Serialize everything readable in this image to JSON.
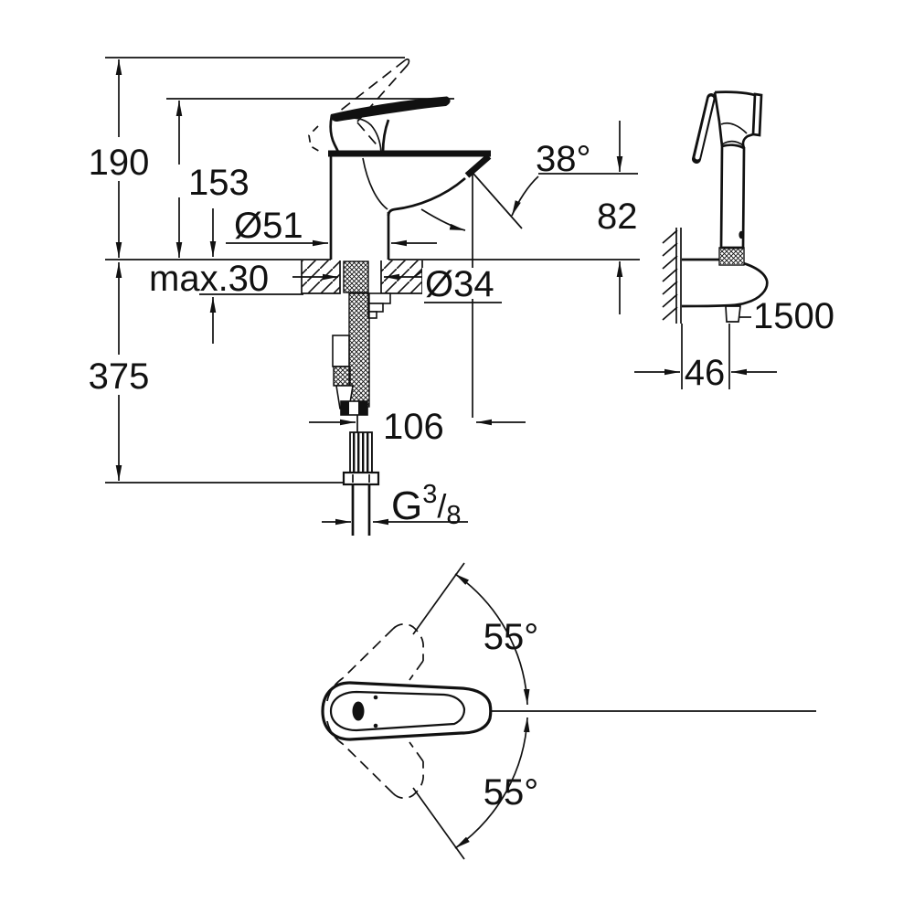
{
  "drawing": {
    "front_view": {
      "dim_overall_height": "190",
      "dim_body_height": "153",
      "dim_base_diameter": "Ø51",
      "dim_deck_thickness": "max.30",
      "dim_below_deck_depth": "375",
      "dim_spray_angle": "38°",
      "dim_spout_height": "82",
      "dim_hole_diameter": "Ø34",
      "dim_spout_reach": "106",
      "thread": {
        "g": "G",
        "numerator": "3",
        "slash": "/",
        "denominator": "8"
      }
    },
    "side_view": {
      "dim_hose_length": "1500",
      "dim_holder_depth": "46"
    },
    "top_view": {
      "dim_swivel_up": "55°",
      "dim_swivel_down": "55°"
    }
  }
}
